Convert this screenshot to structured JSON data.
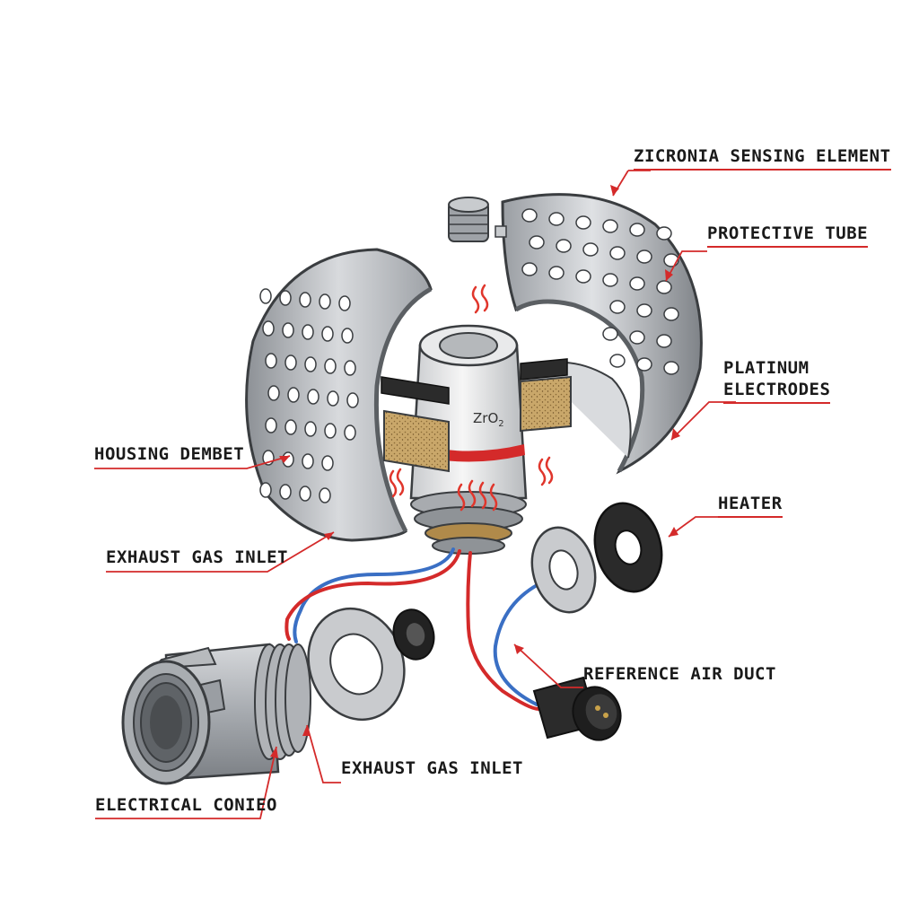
{
  "labels": {
    "zirconia": "ZICRONIA SENSING ELEMENT",
    "protective_tube": "PROTECTIVE TUBE",
    "platinum_1": "PLATINUM",
    "platinum_2": "ELECTRODES",
    "housing": "HOUSING DEMBET",
    "heater": "HEATER",
    "exhaust_upper": "EXHAUST GAS INLET",
    "reference_air": "REFERENCE AIR DUCT",
    "exhaust_lower": "EXHAUST GAS INLET",
    "electrical": "ELECTRICAL CONIEO"
  },
  "element_text": {
    "main": "ZrO",
    "sub": "2"
  },
  "colors": {
    "leader": "#d42a2a",
    "wire_red": "#d42a2a",
    "wire_blue": "#3a6fc4",
    "heat": "#e0362c",
    "metal": "#b9bcc0"
  }
}
